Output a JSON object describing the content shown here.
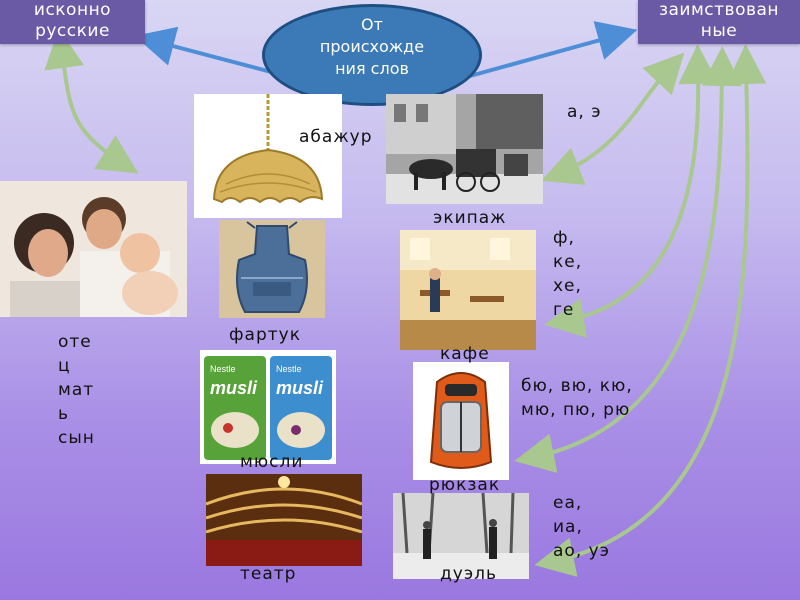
{
  "headers": {
    "native": [
      "исконно",
      "русские"
    ],
    "borrowed": [
      "заимствован",
      "ные"
    ],
    "origin": [
      "От",
      "происхожде",
      "ния слов"
    ]
  },
  "words": {
    "abazhur": "абажур",
    "ekipazh": "экипаж",
    "fartuk": "фартук",
    "kafe": "кафе",
    "musli": "мюсли",
    "ryukzak": "рюкзак",
    "teatr": "театр",
    "duel": "дуэль"
  },
  "native_words": [
    "оте",
    "ц",
    "мат",
    "ь",
    "сын"
  ],
  "features": {
    "a_e": "а, э",
    "f_list": [
      "ф,",
      "ке,",
      "хе,",
      "ге"
    ],
    "yu_list": [
      "бю, вю, кю,",
      "мю, пю, рю"
    ],
    "ea_list": [
      "еа,",
      "иа,",
      "ао, уэ"
    ]
  },
  "product": {
    "brand": "Nestle",
    "name": "musli"
  },
  "colors": {
    "header_bg": "#6a5aa6",
    "oval_fill": "#3b79b7",
    "arrow_blue": "#4d8ed6",
    "arrow_green": "#a9c88f"
  }
}
